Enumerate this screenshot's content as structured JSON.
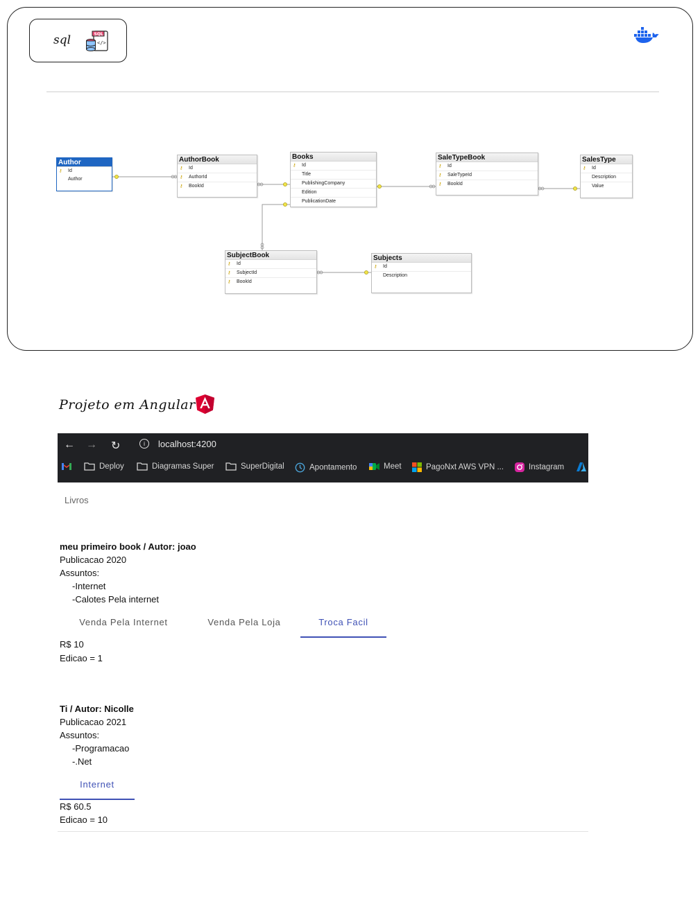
{
  "header": {
    "sql_label": "sql",
    "sql_icon": "sql-database-icon",
    "docker_icon": "docker-whale-icon",
    "docker_color": "#1d63ed"
  },
  "diagram": {
    "tables": [
      {
        "name": "Author",
        "selected": true,
        "columns": [
          "Id",
          "Author"
        ]
      },
      {
        "name": "AuthorBook",
        "columns": [
          "Id",
          "AuthorId",
          "BookId"
        ]
      },
      {
        "name": "Books",
        "columns": [
          "Id",
          "Title",
          "PublishingCompany",
          "Edition",
          "PublicationDate"
        ]
      },
      {
        "name": "SaleTypeBook",
        "columns": [
          "Id",
          "SaleTypeId",
          "BookId"
        ]
      },
      {
        "name": "SalesType",
        "columns": [
          "Id",
          "Description",
          "Value"
        ]
      },
      {
        "name": "SubjectBook",
        "columns": [
          "Id",
          "SubjectId",
          "BookId"
        ]
      },
      {
        "name": "Subjects",
        "columns": [
          "Id",
          "Description"
        ]
      }
    ]
  },
  "angular": {
    "title": "Projeto em Angular",
    "logo_icon": "angular-logo-icon",
    "logo_color": "#dd0031"
  },
  "browser": {
    "url": "localhost:4200",
    "bookmarks": [
      {
        "icon": "gmail-icon",
        "label": ""
      },
      {
        "icon": "folder-icon",
        "label": "Deploy"
      },
      {
        "icon": "folder-icon",
        "label": "Diagramas Super"
      },
      {
        "icon": "folder-icon",
        "label": "SuperDigital"
      },
      {
        "icon": "clock-icon",
        "label": "Apontamento"
      },
      {
        "icon": "meet-icon",
        "label": "Meet"
      },
      {
        "icon": "microsoft-icon",
        "label": "PagoNxt AWS VPN  ..."
      },
      {
        "icon": "instagram-icon",
        "label": "Instagram"
      },
      {
        "icon": "azure-icon",
        "label": ""
      }
    ]
  },
  "app": {
    "nav_tab": "Livros",
    "accent": "#3f51b5",
    "books": [
      {
        "heading": "meu primeiro book / Autor: joao",
        "publication": "Publicacao 2020",
        "subjects_label": "Assuntos:",
        "subjects": [
          "-Internet",
          "-Calotes Pela internet"
        ],
        "tabs": [
          "Venda Pela Internet",
          "Venda Pela Loja",
          "Troca Facil"
        ],
        "active_tab": 2,
        "price": "R$ 10",
        "edition": "Edicao = 1"
      },
      {
        "heading": "Ti / Autor: Nicolle",
        "publication": "Publicacao 2021",
        "subjects_label": "Assuntos:",
        "subjects": [
          "-Programacao",
          "-.Net"
        ],
        "tabs": [
          "Internet"
        ],
        "active_tab": 0,
        "price": "R$ 60.5",
        "edition": "Edicao = 10"
      }
    ]
  }
}
